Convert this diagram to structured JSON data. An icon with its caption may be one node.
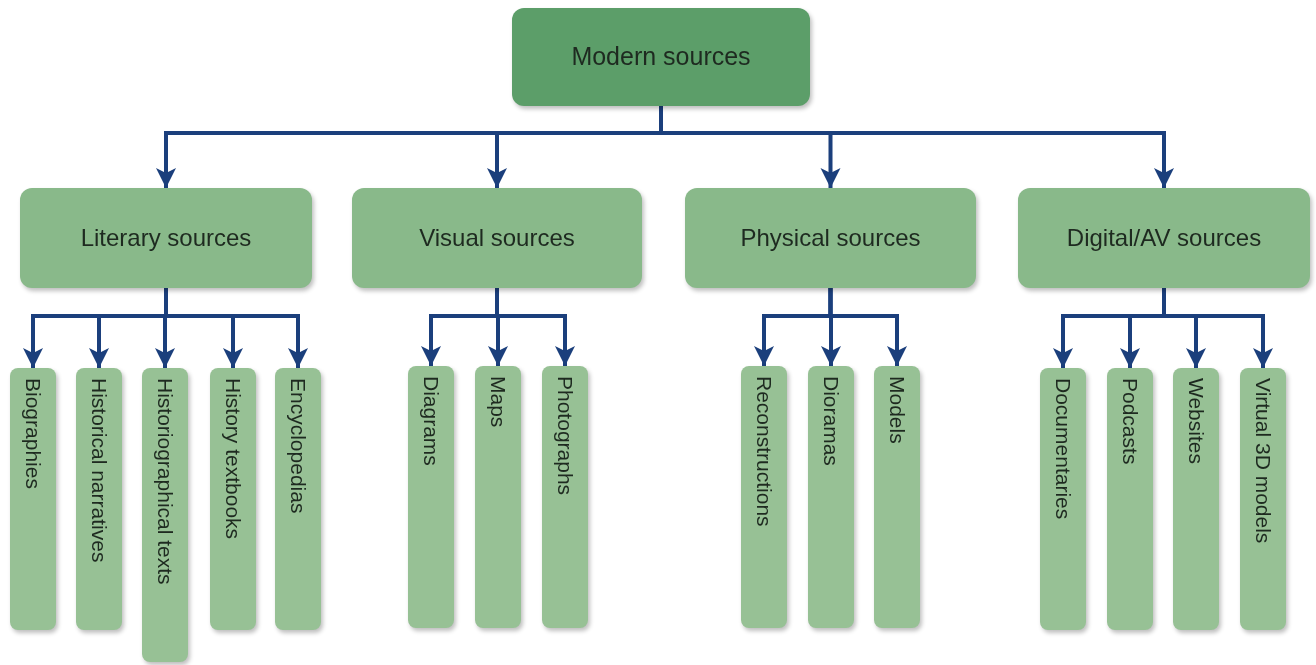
{
  "diagram": {
    "nodes": [
      {
        "text": [
          "Modern sources"
        ]
      },
      {
        "text": [
          "Literary sources"
        ]
      },
      {
        "text": [
          "Visual sources"
        ]
      },
      {
        "text": [
          "Physical sources"
        ]
      },
      {
        "text": [
          "Digital/AV sources"
        ]
      },
      {
        "text": [
          "Biographies"
        ]
      },
      {
        "text": [
          "Historical narratives"
        ]
      },
      {
        "text": [
          "Historiographical texts"
        ]
      },
      {
        "text": [
          "History textbooks"
        ]
      },
      {
        "text": [
          "Encyclopedias"
        ]
      },
      {
        "text": [
          "Diagrams"
        ]
      },
      {
        "text": [
          "Maps"
        ]
      },
      {
        "text": [
          "Photographs"
        ]
      },
      {
        "text": [
          "Reconstructions"
        ]
      },
      {
        "text": [
          "Dioramas"
        ]
      },
      {
        "text": [
          "Models"
        ]
      },
      {
        "text": [
          "Documentaries"
        ]
      },
      {
        "text": [
          "Podcasts"
        ]
      },
      {
        "text": [
          "Websites"
        ]
      },
      {
        "text": [
          "Virtual 3D models"
        ]
      }
    ],
    "edges": [
      {
        "from": 0,
        "to": 1,
        "arrow": "to"
      },
      {
        "from": 0,
        "to": 2,
        "arrow": "to"
      },
      {
        "from": 0,
        "to": 3,
        "arrow": "to"
      },
      {
        "from": 0,
        "to": 4,
        "arrow": "to"
      },
      {
        "from": 1,
        "to": 5,
        "arrow": "to"
      },
      {
        "from": 1,
        "to": 6,
        "arrow": "to"
      },
      {
        "from": 1,
        "to": 7,
        "arrow": "to"
      },
      {
        "from": 1,
        "to": 8,
        "arrow": "to"
      },
      {
        "from": 1,
        "to": 9,
        "arrow": "to"
      },
      {
        "from": 2,
        "to": 10,
        "arrow": "to"
      },
      {
        "from": 2,
        "to": 11,
        "arrow": "to"
      },
      {
        "from": 2,
        "to": 12,
        "arrow": "to"
      },
      {
        "from": 3,
        "to": 13,
        "arrow": "to"
      },
      {
        "from": 3,
        "to": 14,
        "arrow": "to"
      },
      {
        "from": 3,
        "to": 15,
        "arrow": "to"
      },
      {
        "from": 4,
        "to": 16,
        "arrow": "to"
      },
      {
        "from": 4,
        "to": 17,
        "arrow": "to"
      },
      {
        "from": 4,
        "to": 18,
        "arrow": "to"
      },
      {
        "from": 4,
        "to": 19,
        "arrow": "to"
      }
    ]
  }
}
